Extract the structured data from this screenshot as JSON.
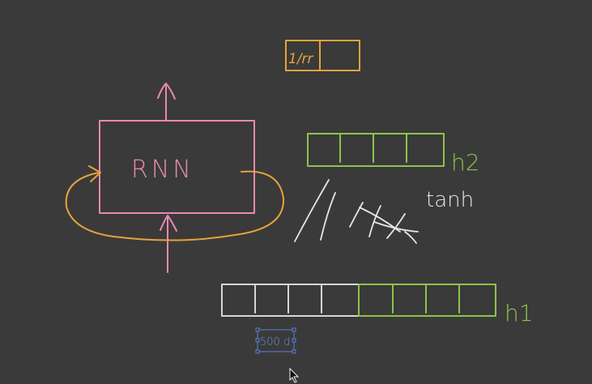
{
  "canvas": {
    "background": "#3a3a3a"
  },
  "colors": {
    "pink": "#e889b0",
    "orange": "#e9a23b",
    "green": "#8dc44a",
    "white": "#e6e6e6",
    "blue": "#6f8fe0",
    "selection": "#5a80d8"
  },
  "rnn_box": {
    "label": "RNN"
  },
  "labels": {
    "h2": "h2",
    "h1": "h1",
    "tanh": "tanh",
    "output_cell_text": "1/rr",
    "selected_note": "500 d"
  },
  "vectors": {
    "top_output_cells": 2,
    "h2_cells": 4,
    "h1_gray_cells": 4,
    "h1_green_cells": 4
  }
}
